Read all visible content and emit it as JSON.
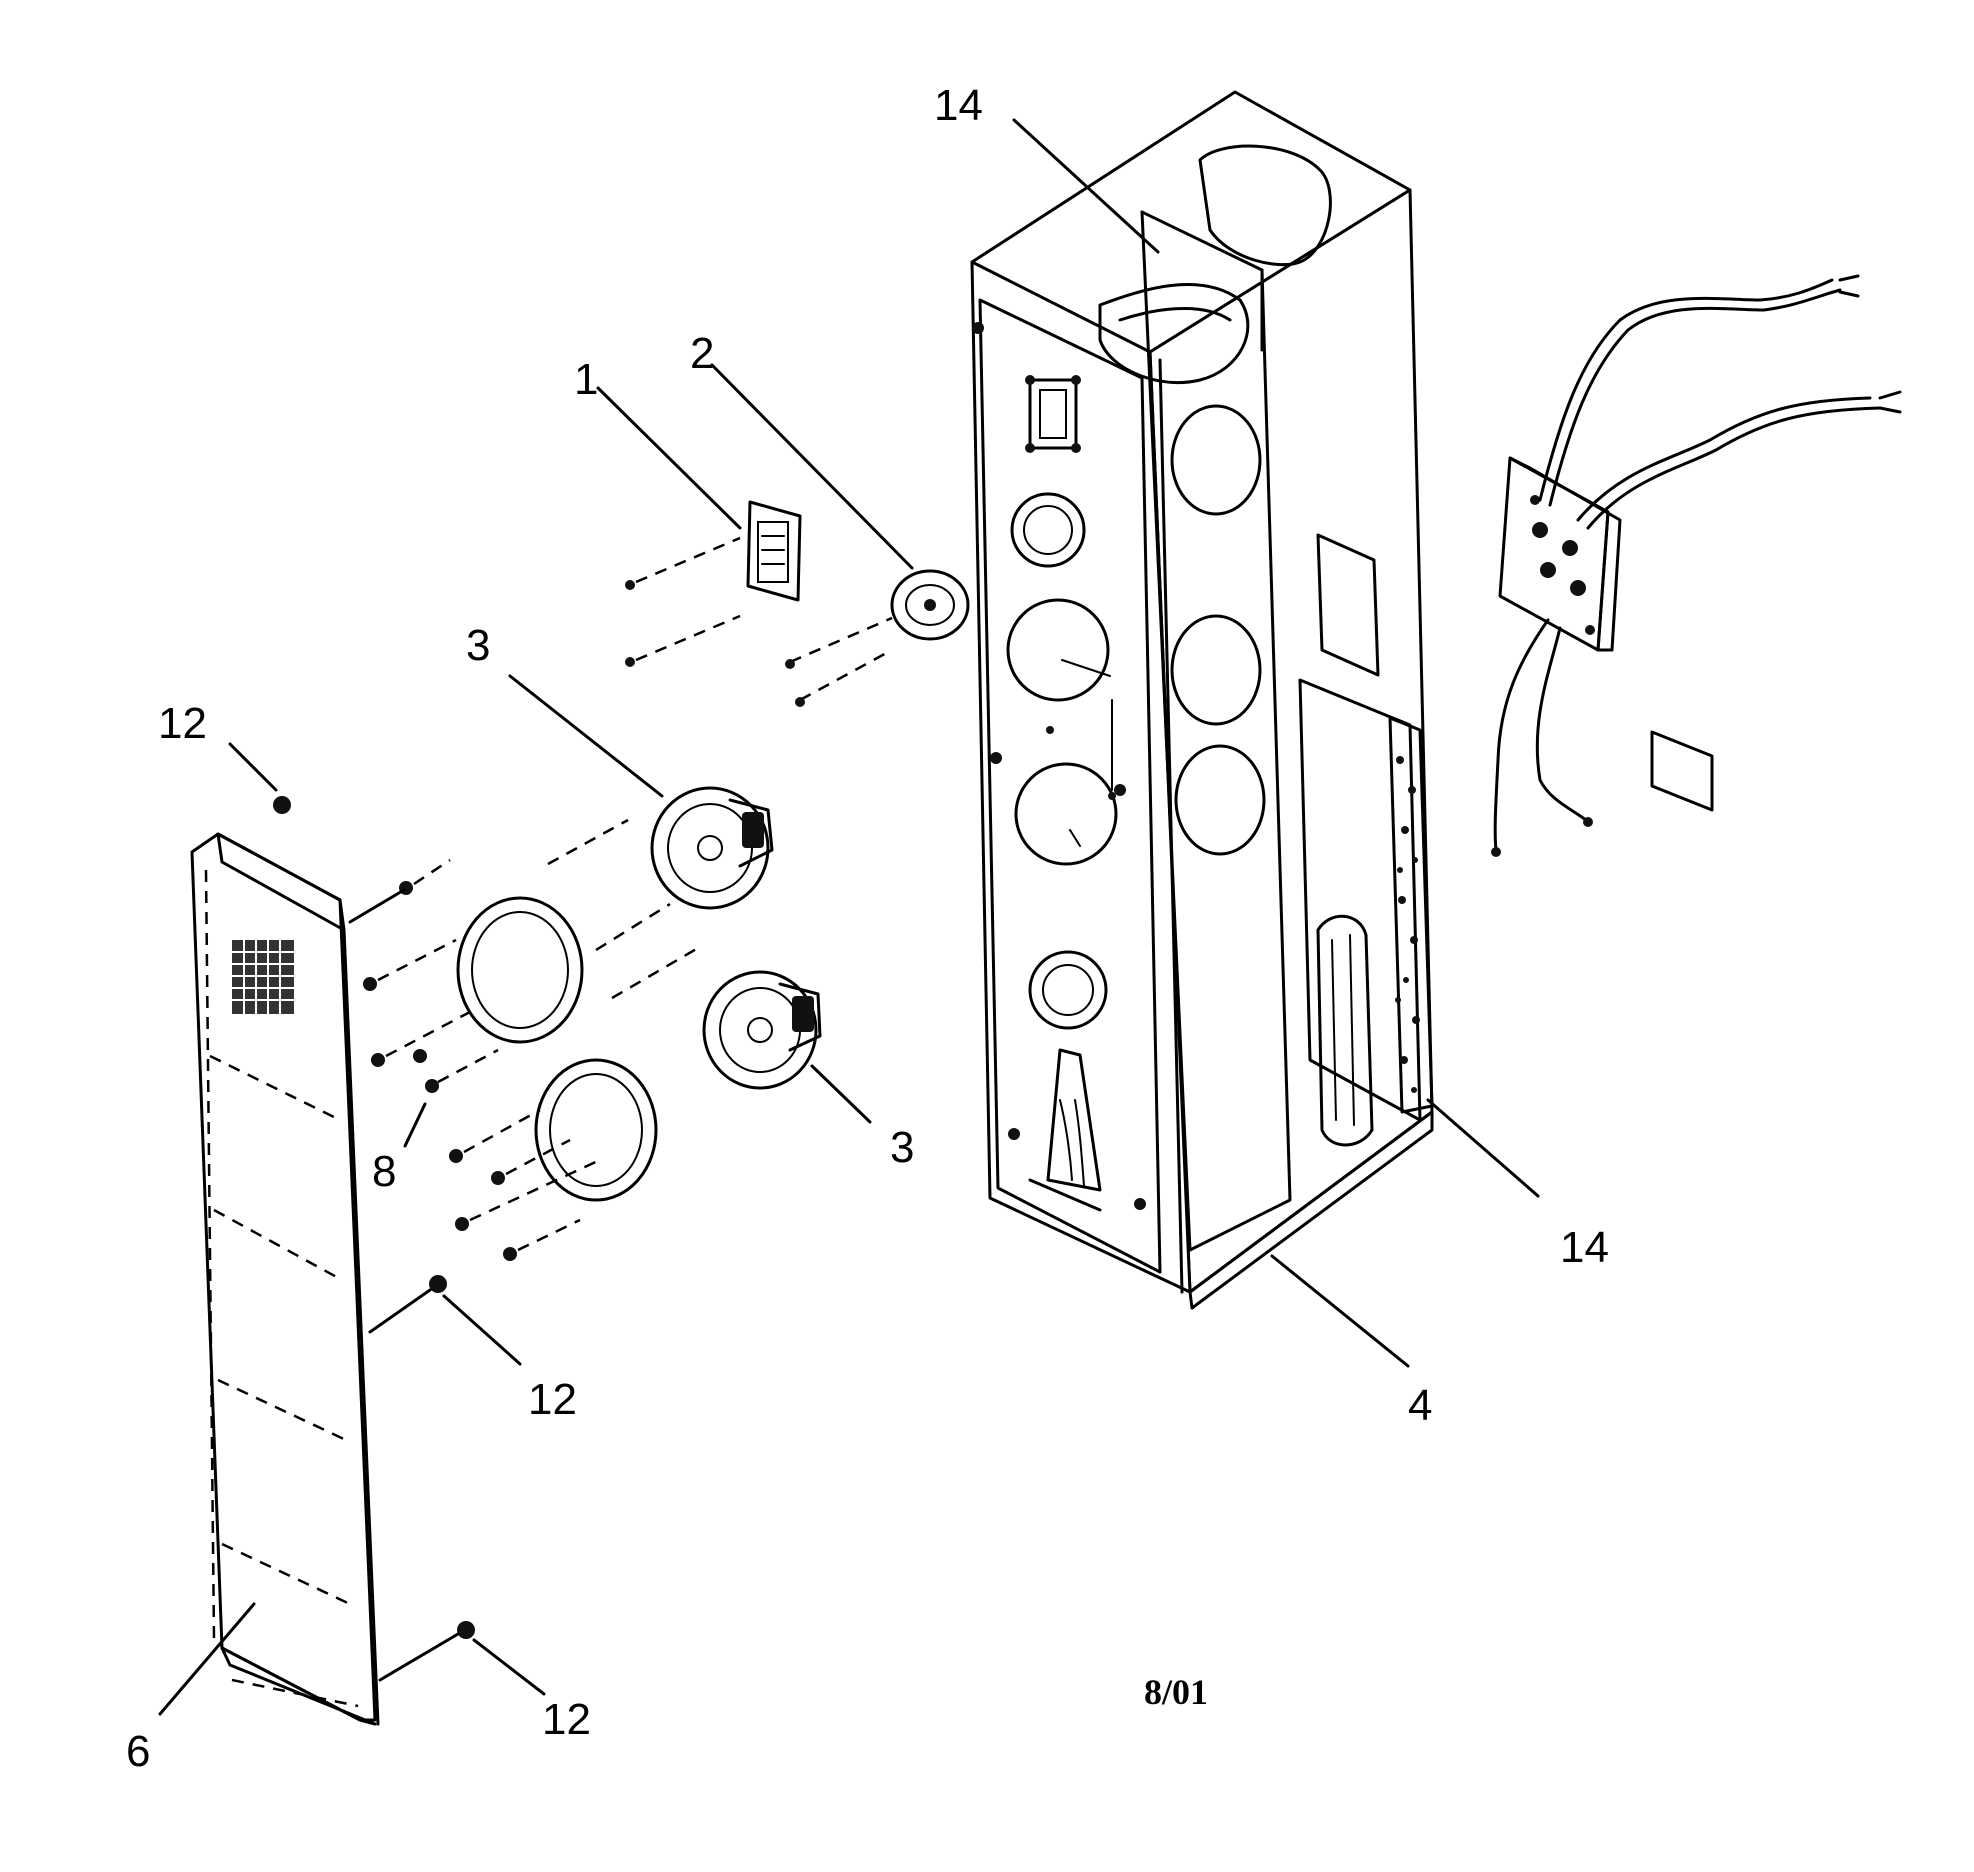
{
  "callouts": {
    "c1": "1",
    "c2": "2",
    "c3a": "3",
    "c3b": "3",
    "c4": "4",
    "c6": "6",
    "c8": "8",
    "c12a": "12",
    "c12b": "12",
    "c12c": "12",
    "c14a": "14",
    "c14b": "14"
  },
  "date_code": "8/01"
}
